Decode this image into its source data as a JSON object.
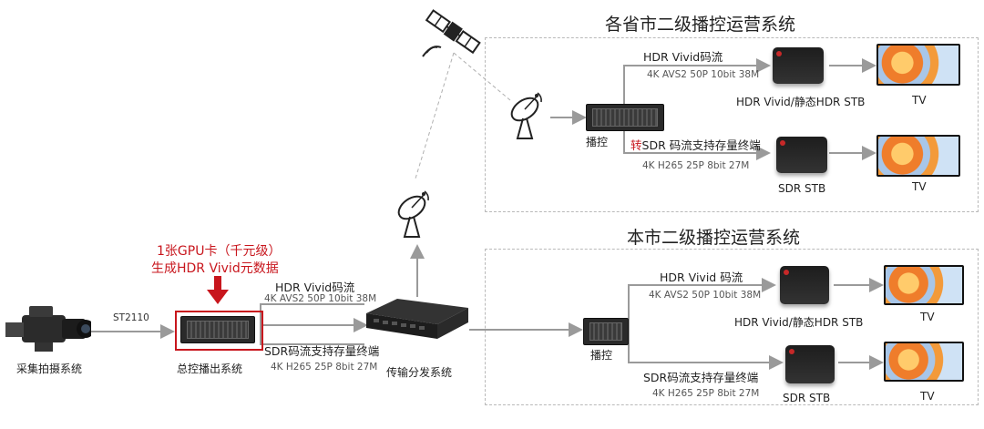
{
  "provincial": {
    "title": "各省市二级播控运营系统",
    "hdr_stream_label": "HDR Vivid码流",
    "hdr_stream_spec": "4K AVS2  50P 10bit 38M",
    "sdr_prefix": "转",
    "sdr_stream_label": "SDR 码流支持存量终端",
    "sdr_stream_spec": "4K H265 25P 8bit 27M",
    "control_label": "播控",
    "hdr_stb_label": "HDR Vivid/静态HDR STB",
    "sdr_stb_label": "SDR STB",
    "tv1_label": "TV",
    "tv2_label": "TV"
  },
  "local": {
    "title": "本市二级播控运营系统",
    "hdr_stream_label": "HDR Vivid 码流",
    "hdr_stream_spec": "4K AVS2  50P 10bit 38M",
    "sdr_stream_label": "SDR码流支持存量终端",
    "sdr_stream_spec": "4K H265 25P 8bit 27M",
    "control_label": "播控",
    "hdr_stb_label": "HDR Vivid/静态HDR STB",
    "sdr_stb_label": "SDR STB",
    "tv1_label": "TV",
    "tv2_label": "TV"
  },
  "main": {
    "gpu_note_line1": "1张GPU卡（千元级）",
    "gpu_note_line2": "生成HDR Vivid元数据",
    "st2110_label": "ST2110",
    "camera_label": "采集拍摄系统",
    "master_label": "总控播出系统",
    "hdr_stream_label": "HDR Vivid码流",
    "hdr_stream_spec": "4K AVS2  50P 10bit 38M",
    "sdr_stream_label": "SDR码流支持存量终端",
    "sdr_stream_spec": "4K H265 25P 8bit 27M",
    "transport_label": "传输分发系统"
  },
  "colors": {
    "accent_red": "#c8161d",
    "line_gray": "#9a9a9a",
    "dashed_border": "#b9b9b9"
  }
}
